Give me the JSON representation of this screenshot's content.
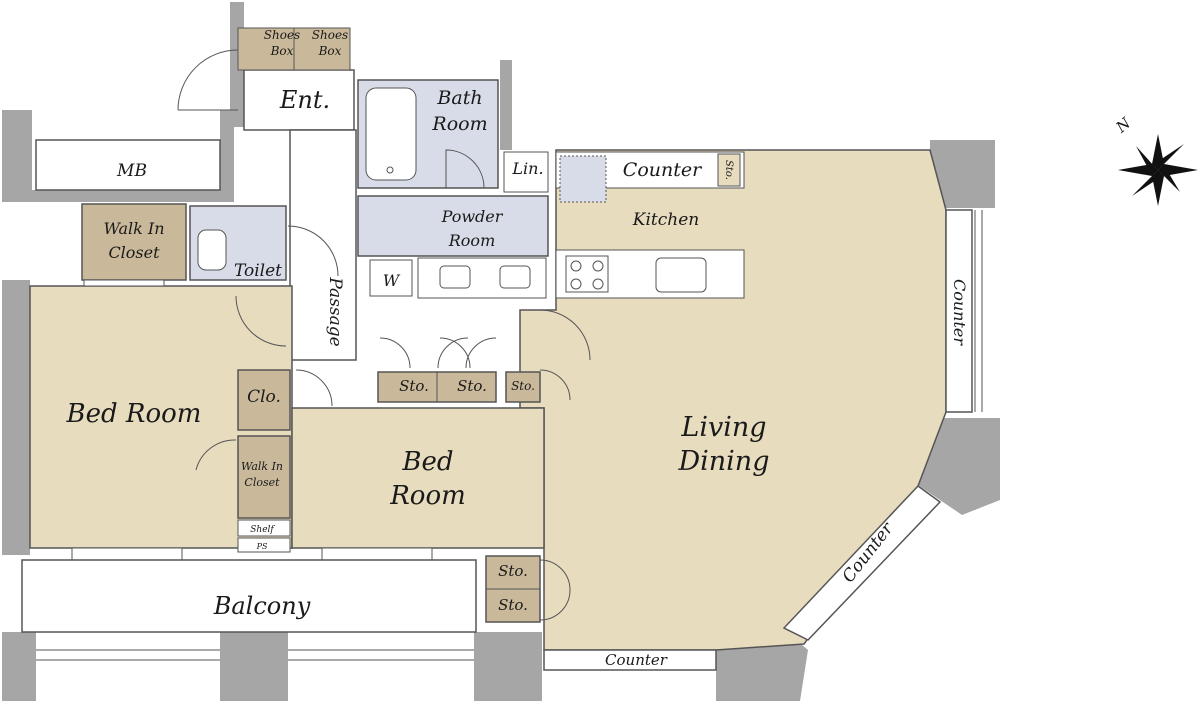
{
  "colors": {
    "wall": "#a6a6a6",
    "living": "#e8dcbf",
    "closet": "#c9b99a",
    "wet": "#d8dce8",
    "floor_white": "#ffffff",
    "line": "#555555"
  },
  "rooms": {
    "ent": "Ent.",
    "shoes_box_1": [
      "Shoes",
      "Box"
    ],
    "shoes_box_2": [
      "Shoes",
      "Box"
    ],
    "mb": "MB",
    "bath_room": [
      "Bath",
      "Room"
    ],
    "lin": "Lin.",
    "powder_room": [
      "Powder",
      "Room"
    ],
    "washer": "W",
    "walk_in_closet_1": [
      "Walk In",
      "Closet"
    ],
    "toilet": "Toilet",
    "passage": "Passage",
    "kitchen": "Kitchen",
    "kitchen_counter": "Counter",
    "kitchen_sto": "Sto.",
    "counter_right": "Counter",
    "bed_room_1": "Bed Room",
    "clo": "Clo.",
    "walk_in_closet_2": [
      "Walk In",
      "Closet"
    ],
    "shelf": "Shelf",
    "ps": "PS",
    "bed_room_2": [
      "Bed",
      "Room"
    ],
    "sto_1": "Sto.",
    "sto_2": "Sto.",
    "sto_3": "Sto.",
    "living_dining": [
      "Living",
      "Dining"
    ],
    "counter_diag": "Counter",
    "sto_4": "Sto.",
    "sto_5": "Sto.",
    "counter_bottom": "Counter",
    "balcony": "Balcony"
  },
  "compass": {
    "north_label": "N"
  }
}
